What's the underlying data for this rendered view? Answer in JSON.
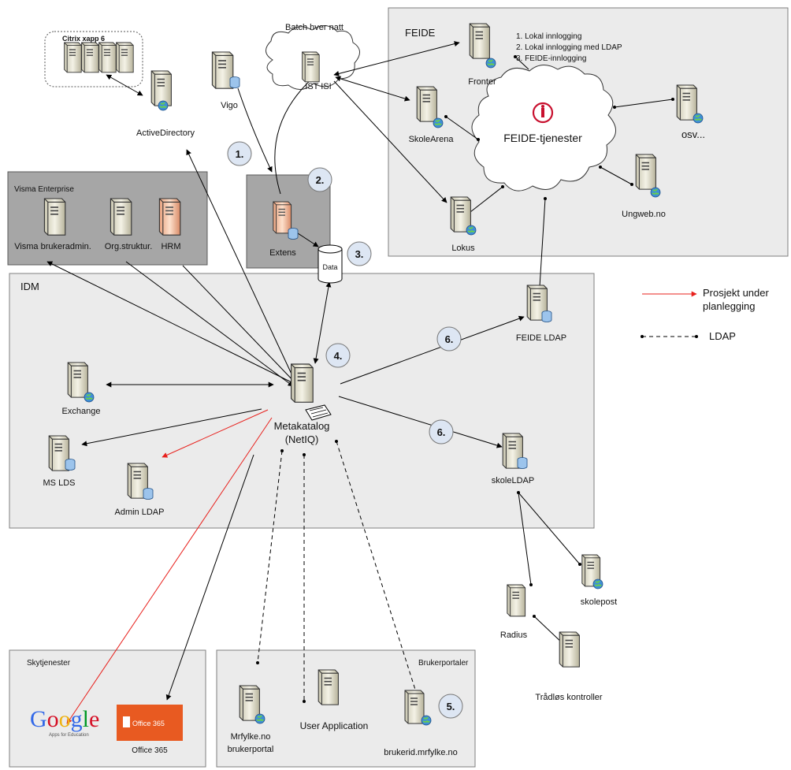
{
  "groups": {
    "citrix": "Citrix xapp 6",
    "batch": "Batch hver natt",
    "feide": "FEIDE",
    "visma": "Visma Enterprise",
    "idm": "IDM",
    "sky": "Skytjenester",
    "portal": "Brukerportaler"
  },
  "feide_notes": [
    "1. Lokal innlogging",
    "2. Lokal innlogging med LDAP",
    "3. FEIDE-innlogging"
  ],
  "feide_cloud": "FEIDE-tjenester",
  "nodes": {
    "ad": "ActiveDirectory",
    "vigo": "Vigo",
    "istisi": "IST ISI",
    "fronter": "Fronter",
    "skolearena": "SkoleArena",
    "osv": "osv...",
    "ungweb": "Ungweb.no",
    "lokus": "Lokus",
    "visma_bruker": "Visma brukeradmin.",
    "orgstruktur": "Org.struktur.",
    "hrm": "HRM",
    "extens": "Extens",
    "data": "Data",
    "feide_ldap": "FEIDE LDAP",
    "exchange": "Exchange",
    "meta_1": "Metakatalog",
    "meta_2": "(NetIQ)",
    "mslds": "MS LDS",
    "adminldap": "Admin LDAP",
    "skoleldap": "skoleLDAP",
    "skolepost": "skolepost",
    "radius": "Radius",
    "tradlos": "Trådløs kontroller",
    "office": "Office 365",
    "mrfylke_1": "Mrfylke.no",
    "mrfylke_2": "brukerportal",
    "userapp": "User Application",
    "brukerid": "brukerid.mrfylke.no"
  },
  "logos": {
    "google": "Google",
    "google_sub": "Apps for Education",
    "office": "Office 365"
  },
  "steps": [
    "1.",
    "2.",
    "3.",
    "4.",
    "5.",
    "6.",
    "6."
  ],
  "legend": {
    "planned_1": "Prosjekt under",
    "planned_2": "planlegging",
    "ldap": "LDAP",
    "planned_color": "#e8211d"
  },
  "colors": {
    "group_light": "#ebebeb",
    "group_dark": "#a6a6a6",
    "step_fill": "#dde6f3",
    "step_text": "#e8211d"
  }
}
